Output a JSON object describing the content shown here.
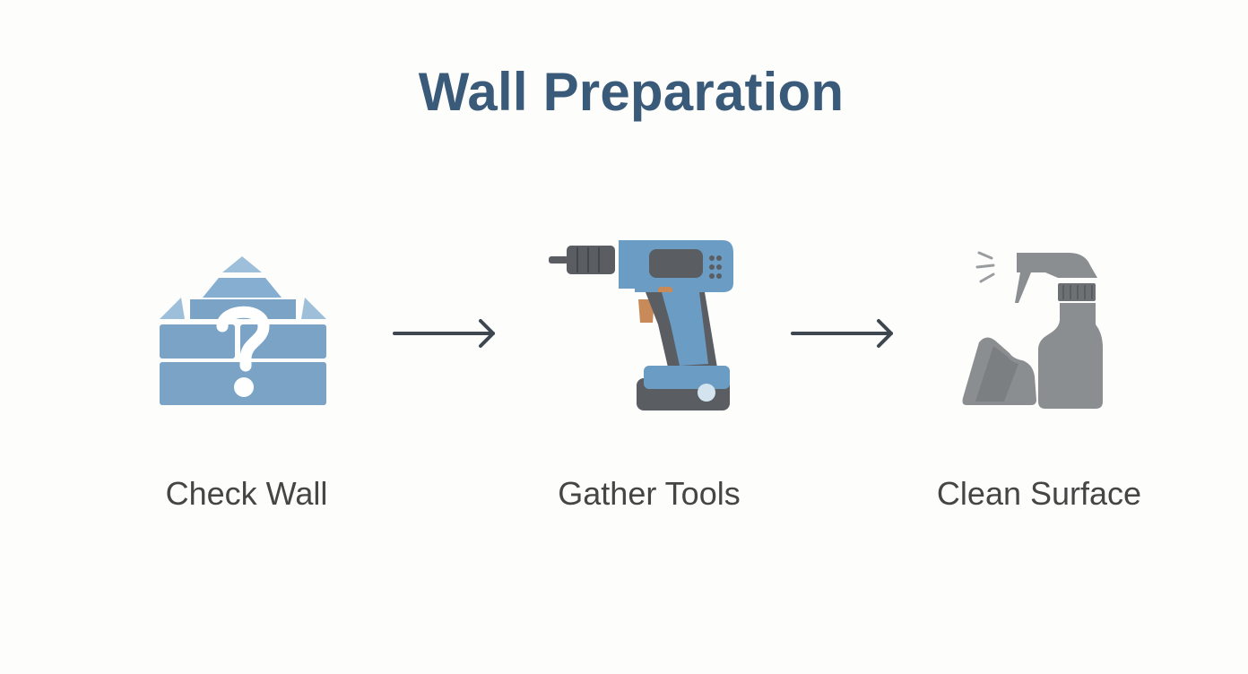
{
  "title": "Wall Preparation",
  "steps": [
    {
      "label": "Check Wall",
      "icon": "brick-wall-question-icon"
    },
    {
      "label": "Gather Tools",
      "icon": "power-drill-icon"
    },
    {
      "label": "Clean Surface",
      "icon": "spray-bottle-cleaner-icon"
    }
  ],
  "colors": {
    "title": "#3a5a7a",
    "label": "#454545",
    "wall_blue": "#7ba3c6",
    "drill_blue": "#6b9cc4",
    "drill_dark": "#5a5e63",
    "drill_accent": "#c98a5a",
    "cleaner_gray": "#8b8e91",
    "arrow": "#3e4650"
  }
}
